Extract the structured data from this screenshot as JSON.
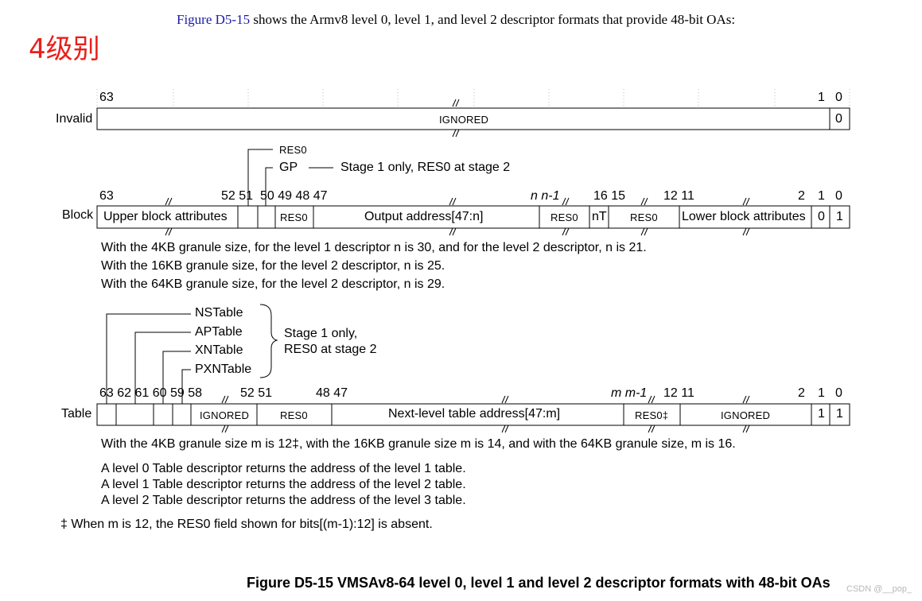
{
  "header": {
    "intro_link": "Figure D5-15",
    "intro_text": " shows the Armv8 level 0, level 1, and level 2 descriptor formats that provide 48-bit OAs:",
    "annotation": "4级别"
  },
  "invalid": {
    "label": "Invalid",
    "bits": [
      "63",
      "1",
      "0"
    ],
    "fields": [
      "IGNORED",
      "0"
    ]
  },
  "block": {
    "label": "Block",
    "callouts": {
      "res0": "RES0",
      "gp": "GP",
      "stage_note": "Stage 1 only, RES0 at stage 2"
    },
    "bits": [
      "63",
      "52 51",
      "50 49 48 47",
      "n n-1",
      "16 15",
      "12 11",
      "2",
      "1",
      "0"
    ],
    "fields": [
      "Upper block attributes",
      "RES0",
      "Output address[47:n]",
      "RES0",
      "nT",
      "RES0",
      "Lower block attributes",
      "0",
      "1"
    ],
    "notes": [
      "With the 4KB granule size, for the level 1 descriptor n is 30, and for the level 2 descriptor, n is 21.",
      "With the 16KB granule size, for the level 2 descriptor, n is 25.",
      "With the 64KB granule size, for the level 2 descriptor, n is 29."
    ]
  },
  "table": {
    "label": "Table",
    "callouts": [
      "NSTable",
      "APTable",
      "XNTable",
      "PXNTable"
    ],
    "brace_text": [
      "Stage 1 only,",
      "RES0 at stage 2"
    ],
    "bits": [
      "63 62 61 60 59 58",
      "52 51",
      "48 47",
      "m m-1",
      "12 11",
      "2",
      "1",
      "0"
    ],
    "fields": [
      "IGNORED",
      "RES0",
      "Next-level table address[47:m]",
      "RES0‡",
      "IGNORED",
      "1",
      "1"
    ],
    "notes": [
      "With the 4KB granule size m is 12‡, with the 16KB granule size m is 14, and with the 64KB granule size, m is 16.",
      "A level 0 Table descriptor returns the address of the level 1 table.",
      "A level 1 Table descriptor returns the address of the level 2 table.",
      "A level 2 Table descriptor returns the address of the level 3 table."
    ],
    "footnote": "‡ When m is 12, the RES0 field shown for bits[(m-1):12] is absent."
  },
  "caption": "Figure D5-15  VMSAv8-64 level 0, level 1 and level 2 descriptor formats with 48-bit OAs",
  "watermark": "CSDN @__pop_"
}
